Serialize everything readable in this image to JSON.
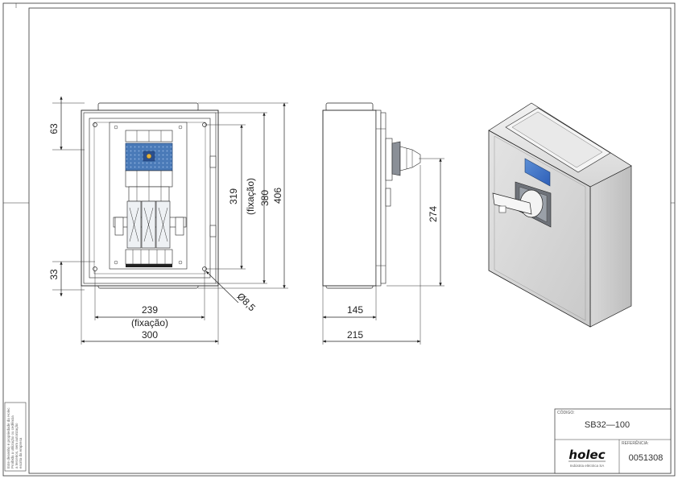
{
  "dimensions": {
    "top_offset": "63",
    "bottom_offset": "33",
    "fixing_height": "319",
    "fixing_height_note": "(fixação)",
    "inner_height": "380",
    "total_height": "406",
    "fixing_width": "239",
    "fixing_width_note": "(fixação)",
    "total_width": "300",
    "hole_diameter": "Ø8,5",
    "door_depth": "274",
    "body_depth": "145",
    "total_depth": "215"
  },
  "title_block": {
    "code_label": "CÓDIGO:",
    "code": "SB32—100",
    "reference_label": "REFERÊNCIA:",
    "reference": "0051308",
    "logo": "holec",
    "logo_tagline": "Indústria eléctrica SA"
  },
  "side_note": [
    "Este desenho é propriedade da Holec",
    "Proibida a utilização ou cedência",
    "a terceiros, sem autorização",
    "escrita da empresa"
  ],
  "colors": {
    "switch_blue": "#4a7ab8",
    "display_blue": "#3d6fd0",
    "line": "#222222"
  }
}
